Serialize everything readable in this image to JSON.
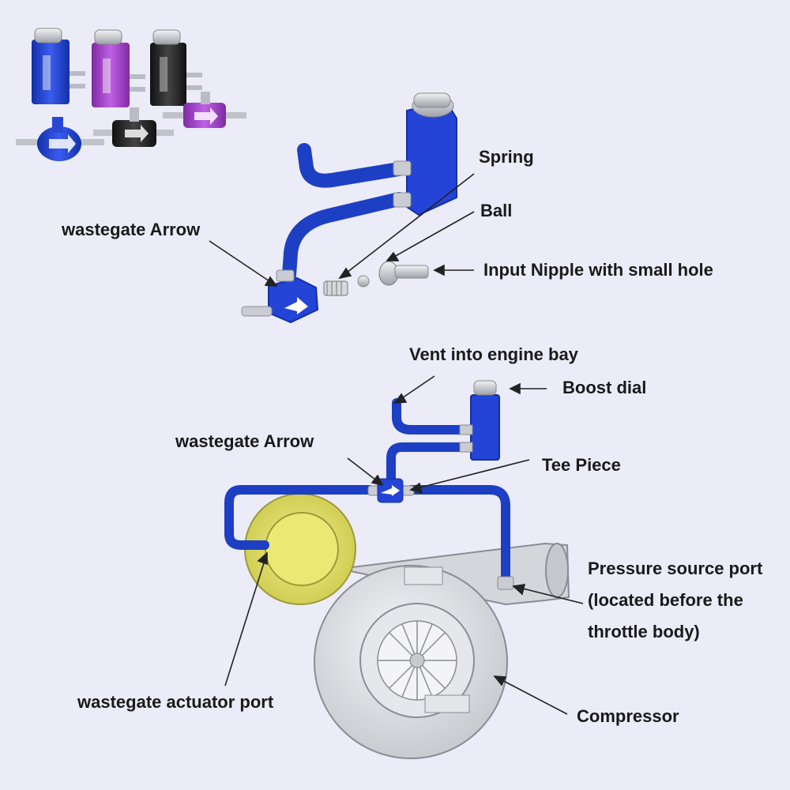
{
  "colors": {
    "background": "#ecebf8",
    "hose_blue": "#1d3fc4",
    "body_blue": "#2344d6",
    "purple": "#a23ec8",
    "black_body": "#2a2a2e",
    "silver": "#c9ccd2",
    "turbine_yellow": "#e6e36a",
    "housing_gray": "#d8d9de",
    "line_dark": "#555a63"
  },
  "icons": {
    "product_photos": "boost-controller-product-icons",
    "arrow_pointer": "arrow-icon"
  },
  "labels": {
    "spring": "Spring",
    "ball": "Ball",
    "wastegate_arrow_top": "wastegate Arrow",
    "input_nipple": "Input Nipple with small hole",
    "vent": "Vent into engine bay",
    "boost_dial": "Boost dial",
    "wastegate_arrow_bottom": "wastegate Arrow",
    "tee_piece": "Tee Piece",
    "pressure_source_line1": "Pressure source port",
    "pressure_source_line2": "(located before the",
    "pressure_source_line3": "throttle body)",
    "wastegate_actuator_port": "wastegate actuator port",
    "compressor": "Compressor"
  }
}
